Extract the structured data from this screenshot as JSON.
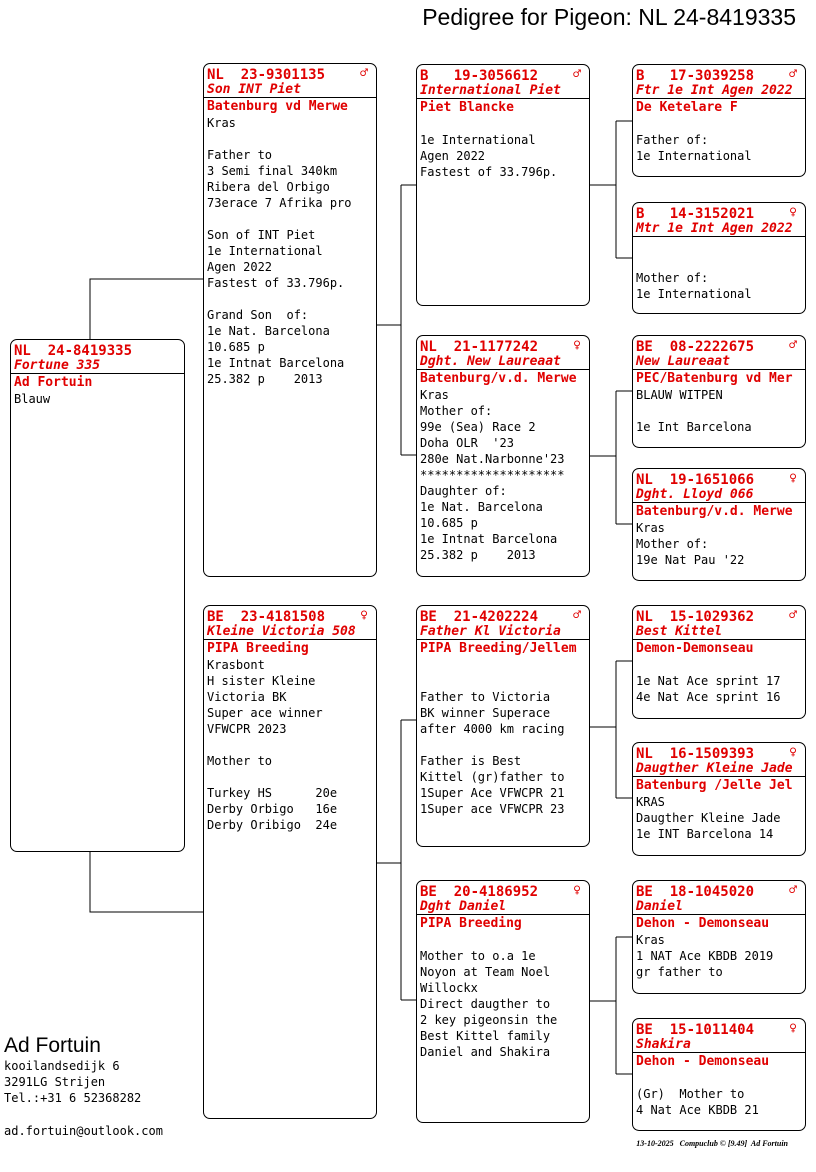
{
  "title": "Pedigree for Pigeon: NL  24-8419335",
  "owner": {
    "name": "Ad Fortuin",
    "lines": [
      "kooilandsedijk 6",
      "3291LG  Strijen",
      "Tel.:+31 6 52368282"
    ],
    "email": "ad.fortuin@outlook.com"
  },
  "footer": {
    "date": "13-10-2025",
    "program": "Compuclub © [9.49]  Ad Fortuin"
  },
  "cards": [
    {
      "ring": "NL  24-8419335",
      "sex": "",
      "name": "Fortune 335",
      "strain": "Ad Fortuin",
      "remarks": [
        "Blauw"
      ]
    },
    {
      "ring": "NL  23-9301135",
      "sex": "♂",
      "name": "Son INT Piet",
      "strain": "Batenburg vd Merwe",
      "remarks": [
        "Kras",
        "",
        "Father to",
        "3 Semi final 340km",
        "Ribera del Orbigo",
        "73erace 7 Afrika pro",
        "",
        "Son of INT Piet",
        "1e International",
        "Agen 2022",
        "Fastest of 33.796p.",
        "",
        "Grand Son  of:",
        "1e Nat. Barcelona",
        "10.685 p",
        "1e Intnat Barcelona",
        "25.382 p    2013"
      ]
    },
    {
      "ring": "BE  23-4181508",
      "sex": "♀",
      "name": "Kleine Victoria 508",
      "strain": "PIPA Breeding",
      "remarks": [
        "Krasbont",
        "H sister Kleine",
        "Victoria BK",
        "Super ace winner",
        "VFWCPR 2023",
        "",
        "Mother to",
        "",
        "Turkey HS      20e",
        "Derby Orbigo   16e",
        "Derby Oribigo  24e"
      ]
    },
    {
      "ring": "B   19-3056612",
      "sex": "♂",
      "name": "International Piet",
      "strain": "Piet Blancke",
      "remarks": [
        "",
        "1e International",
        "Agen 2022",
        "Fastest of 33.796p."
      ]
    },
    {
      "ring": "NL  21-1177242",
      "sex": "♀",
      "name": "Dght. New Laureaat",
      "strain": "Batenburg/v.d. Merwe",
      "remarks": [
        "Kras",
        "Mother of:",
        "99e (Sea) Race 2",
        "Doha OLR  '23",
        "280e Nat.Narbonne'23",
        "********************",
        "Daughter of:",
        "1e Nat. Barcelona",
        "10.685 p",
        "1e Intnat Barcelona",
        "25.382 p    2013"
      ]
    },
    {
      "ring": "BE  21-4202224",
      "sex": "♂",
      "name": "Father Kl Victoria",
      "strain": "PIPA Breeding/Jellem",
      "remarks": [
        "",
        "",
        "Father to Victoria",
        "BK winner Superace",
        "after 4000 km racing",
        "",
        "Father is Best",
        "Kittel (gr)father to",
        "1Super Ace VFWCPR 21",
        "1Super ace VFWCPR 23"
      ]
    },
    {
      "ring": "BE  20-4186952",
      "sex": "♀",
      "name": "Dght Daniel",
      "strain": "PIPA Breeding",
      "remarks": [
        "",
        "Mother to o.a 1e",
        "Noyon at Team Noel",
        "Willockx",
        "Direct daugther to",
        "2 key pigeonsin the",
        "Best Kittel family",
        "Daniel and Shakira"
      ]
    },
    {
      "ring": "B   17-3039258",
      "sex": "♂",
      "name": "Ftr 1e Int Agen 2022",
      "strain": "De Ketelare F",
      "remarks": [
        "",
        "Father of:",
        "1e International"
      ]
    },
    {
      "ring": "B   14-3152021",
      "sex": "♀",
      "name": "Mtr 1e Int Agen 2022",
      "strain": "",
      "remarks": [
        "",
        "Mother of:",
        "1e International"
      ]
    },
    {
      "ring": "BE  08-2222675",
      "sex": "♂",
      "name": "New Laureaat",
      "strain": "PEC/Batenburg vd Mer",
      "remarks": [
        "BLAUW WITPEN",
        "",
        "1e Int Barcelona"
      ]
    },
    {
      "ring": "NL  19-1651066",
      "sex": "♀",
      "name": "Dght. Lloyd 066",
      "strain": "Batenburg/v.d. Merwe",
      "remarks": [
        "Kras",
        "Mother of:",
        "19e Nat Pau '22"
      ]
    },
    {
      "ring": "NL  15-1029362",
      "sex": "♂",
      "name": "Best Kittel",
      "strain": "Demon-Demonseau",
      "remarks": [
        "",
        "1e Nat Ace sprint 17",
        "4e Nat Ace sprint 16"
      ]
    },
    {
      "ring": "NL  16-1509393",
      "sex": "♀",
      "name": "Daugther Kleine Jade",
      "strain": "Batenburg /Jelle Jel",
      "remarks": [
        "KRAS",
        "Daugther Kleine Jade",
        "1e INT Barcelona 14"
      ]
    },
    {
      "ring": "BE  18-1045020",
      "sex": "♂",
      "name": "Daniel",
      "strain": "Dehon - Demonseau",
      "remarks": [
        "Kras",
        "1 NAT Ace KBDB 2019",
        "gr father to"
      ]
    },
    {
      "ring": "BE  15-1011404",
      "sex": "♀",
      "name": "Shakira",
      "strain": "Dehon - Demonseau",
      "remarks": [
        "",
        "(Gr)  Mother to",
        "4 Nat Ace KBDB 21"
      ]
    }
  ]
}
